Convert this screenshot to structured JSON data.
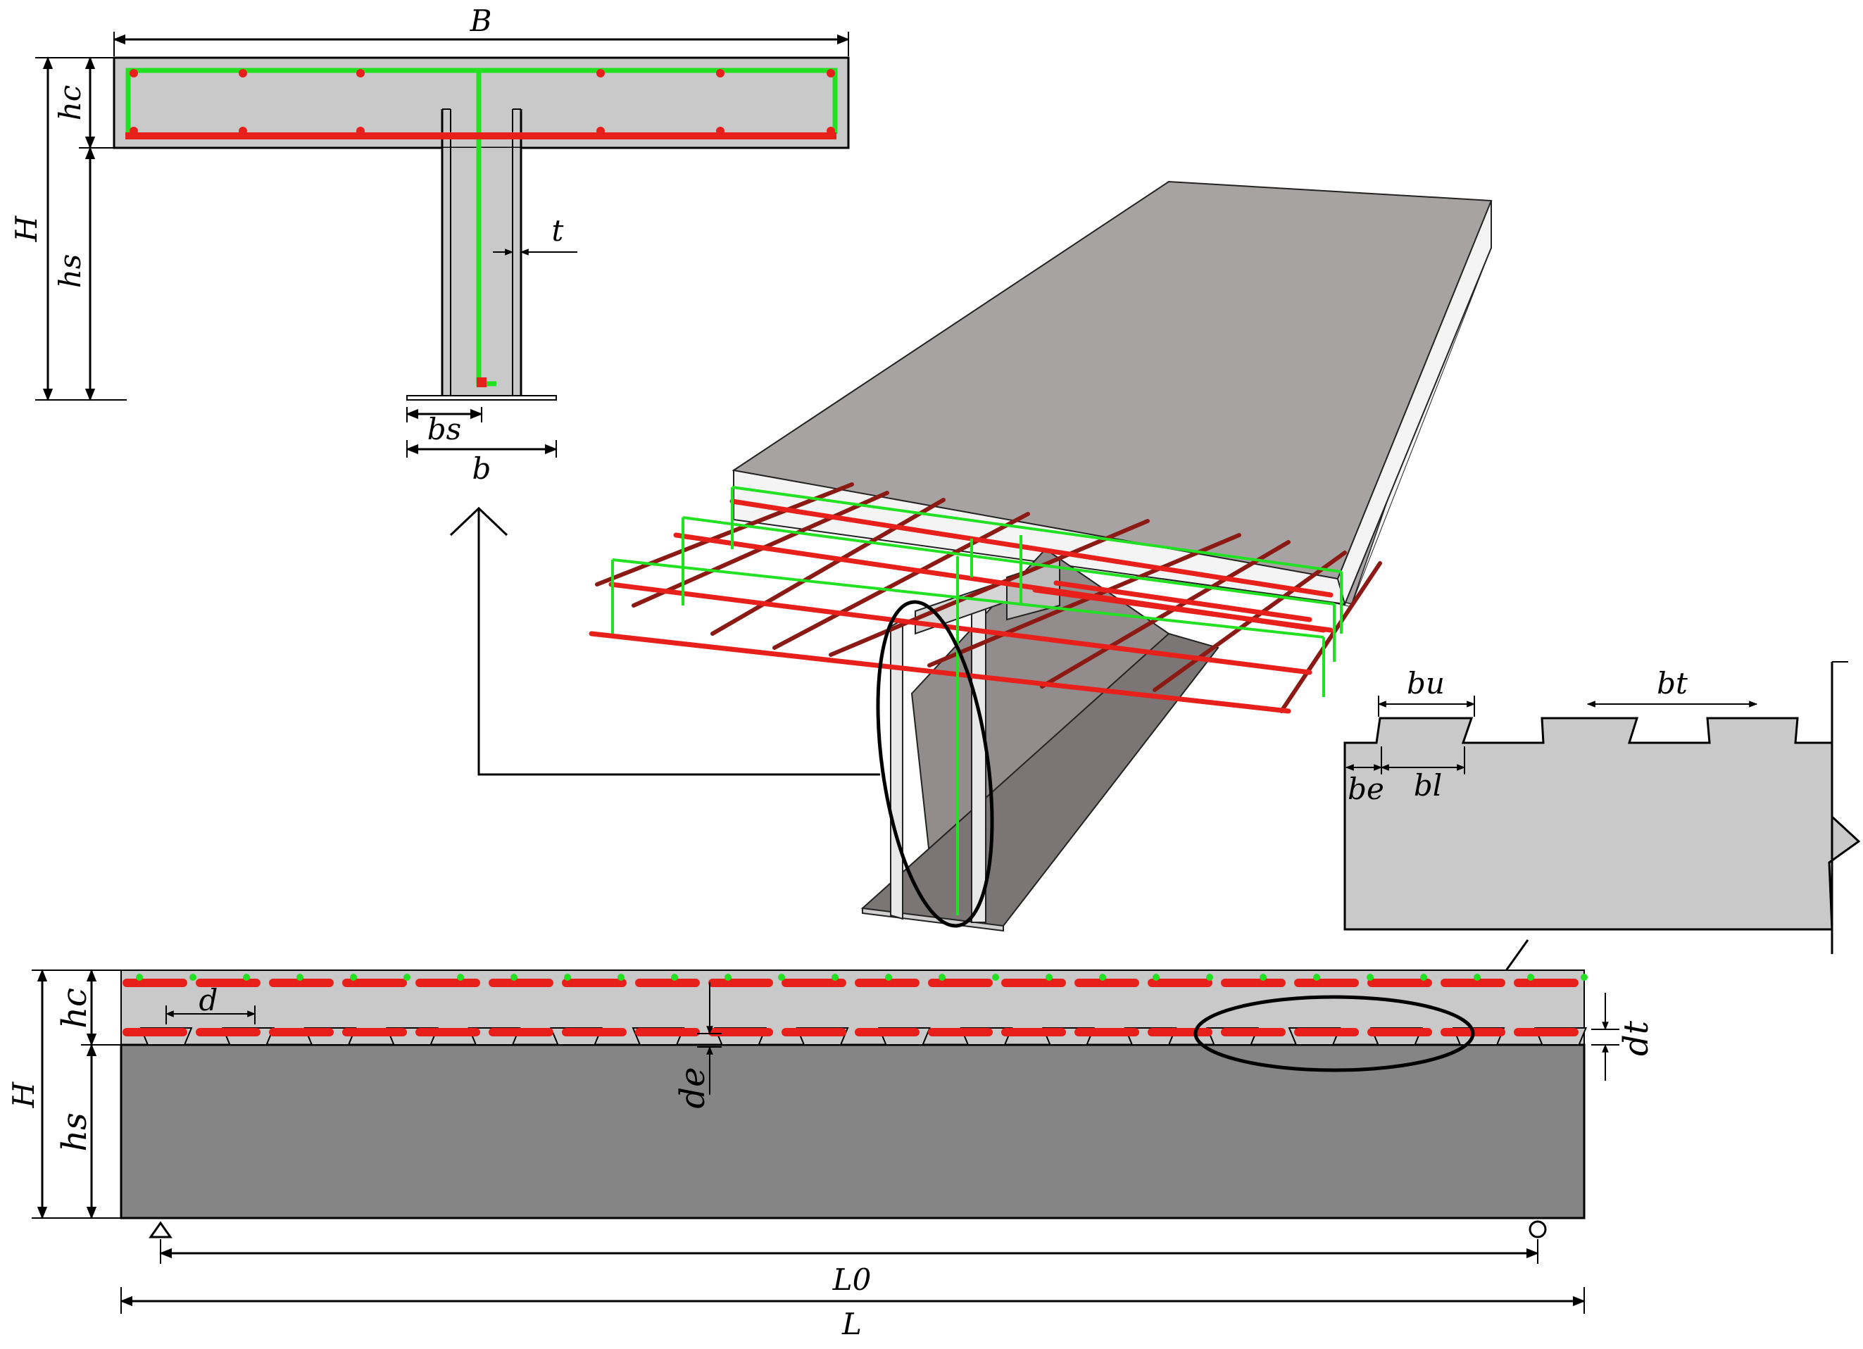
{
  "labels": {
    "cross_section": {
      "B": "B",
      "H": "H",
      "hc": "hc",
      "hs": "hs",
      "t": "t",
      "bs": "bs",
      "b": "b"
    },
    "detail": {
      "bu": "bu",
      "bt": "bt",
      "be": "be",
      "bl": "bl"
    },
    "elevation": {
      "H": "H",
      "hc": "hc",
      "hs": "hs",
      "d": "d",
      "de": "de",
      "dt": "dt",
      "L0": "L0",
      "L": "L"
    }
  },
  "colors": {
    "concrete_light": "#c9c9c9",
    "concrete_dark": "#858585",
    "slab_3d_top": "#a8a3a3",
    "slab_3d_side": "#f4f4f4",
    "steel_3d": "#938c8c",
    "rebar_longitudinal": "#e8201c",
    "rebar_stirrup": "#22e022",
    "dark_rebar_3d": "#8b1a14"
  }
}
